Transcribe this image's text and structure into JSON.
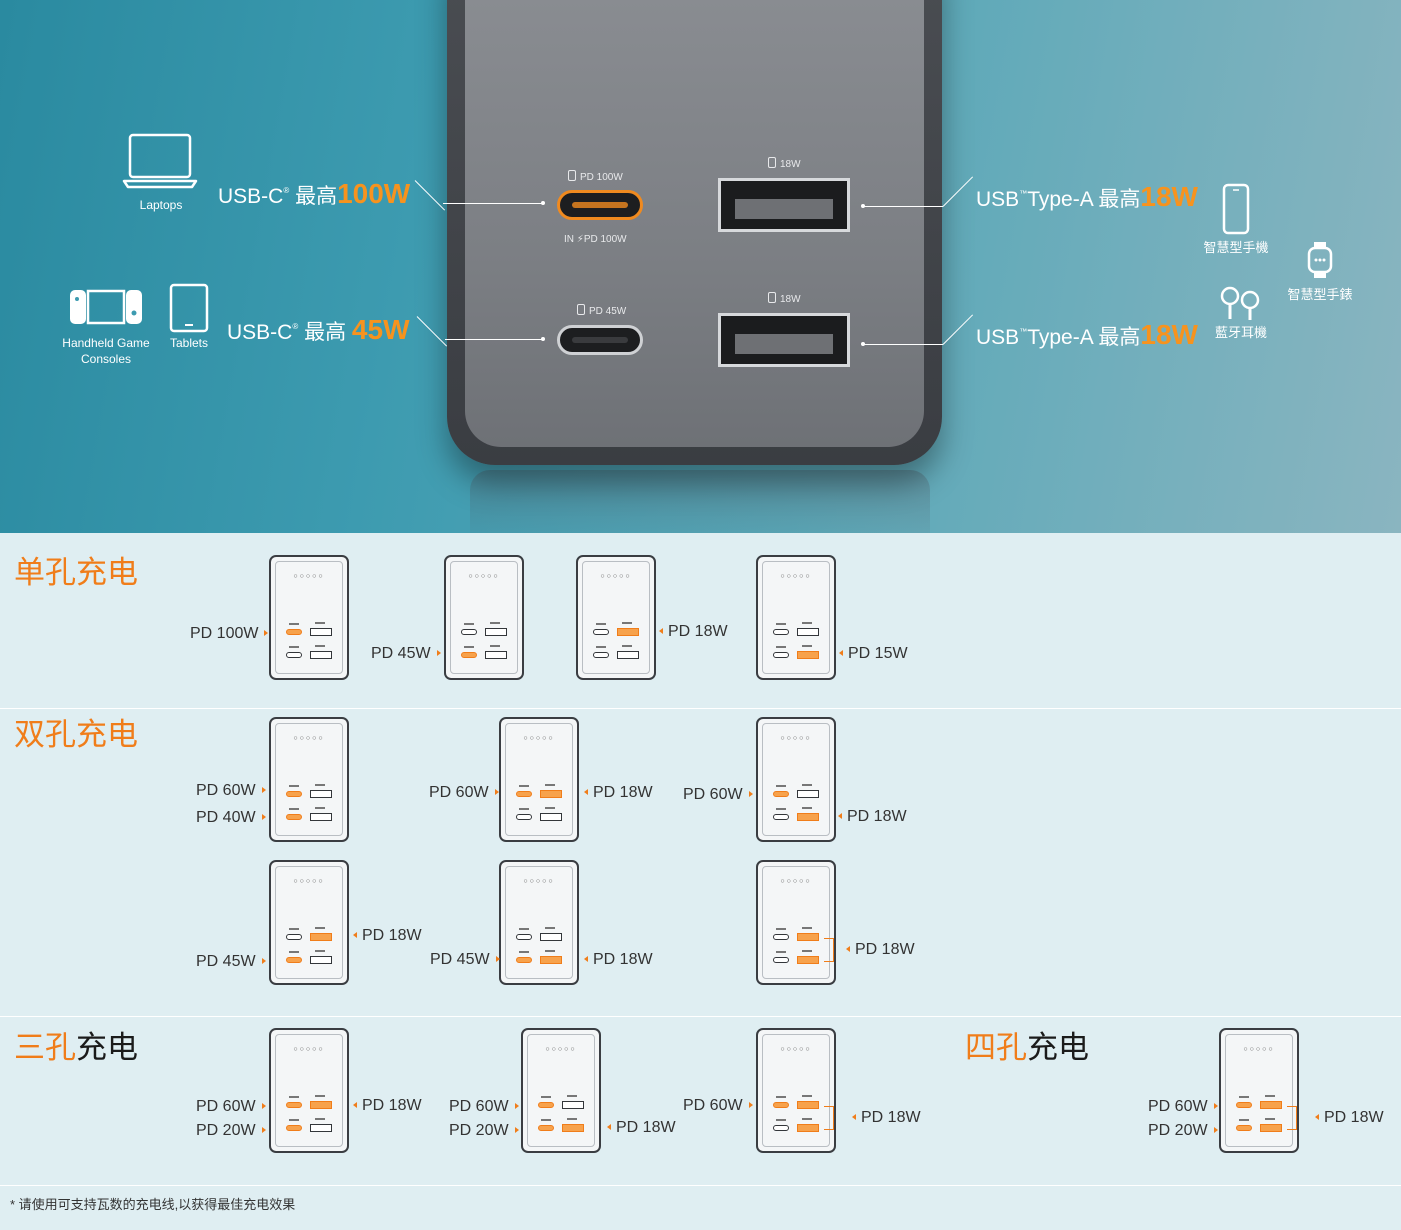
{
  "hero": {
    "ports": {
      "c1_top": "PD 100W",
      "c1_bottom_in": "IN",
      "c1_bottom": "PD 100W",
      "c2_top": "PD 45W",
      "a1_top": "18W",
      "a2_top": "18W"
    },
    "labels": {
      "usbc1_prefix": "USB-C",
      "usbc1_mid": " 最高",
      "usbc1_power": "100W",
      "usbc2_prefix": "USB-C",
      "usbc2_mid": " 最高 ",
      "usbc2_power": "45W",
      "usba1_prefix": "USB",
      "usba1_mid": "Type-A 最高",
      "usba1_power": "18W",
      "usba2_prefix": "USB",
      "usba2_mid": "Type-A 最高",
      "usba2_power": "18W",
      "reg": "®",
      "tm": "™"
    },
    "devices": {
      "laptops": "Laptops",
      "handheld": "Handheld Game\nConsoles",
      "tablets": "Tablets",
      "smartphone": "智慧型手機",
      "smartwatch": "智慧型手錶",
      "earbuds": "藍牙耳機"
    },
    "colors": {
      "accent": "#f7931e",
      "teal": "#3d9bb0"
    }
  },
  "sections": {
    "single": {
      "prefix": "单孔",
      "suffix": "充电"
    },
    "dual": {
      "prefix": "双孔",
      "suffix": "充电"
    },
    "triple": {
      "prefix": "三孔",
      "suffix": "充电"
    },
    "quad": {
      "prefix": "四孔",
      "suffix": "充电"
    }
  },
  "mini_dots": "○○○○○",
  "power_labels": {
    "s1": "PD 100W",
    "s2": "PD 45W",
    "s3": "PD 18W",
    "s4": "PD 15W",
    "d1a": "PD 60W",
    "d1b": "PD 40W",
    "d2a": "PD 60W",
    "d2b": "PD 18W",
    "d3a": "PD 60W",
    "d3b": "PD 18W",
    "d4a": "PD 18W",
    "d4b": "PD 45W",
    "d5a": "PD 45W",
    "d5b": "PD 18W",
    "d6": "PD 18W",
    "t1a": "PD 60W",
    "t1b": "PD 20W",
    "t1c": "PD 18W",
    "t2a": "PD 60W",
    "t2b": "PD 20W",
    "t2c": "PD 18W",
    "t3a": "PD 60W",
    "t3b": "PD 18W",
    "q1a": "PD 60W",
    "q1b": "PD 20W",
    "q1c": "PD 18W"
  },
  "footnote": "* 请使用可支持瓦数的充电线,以获得最佳充电效果"
}
